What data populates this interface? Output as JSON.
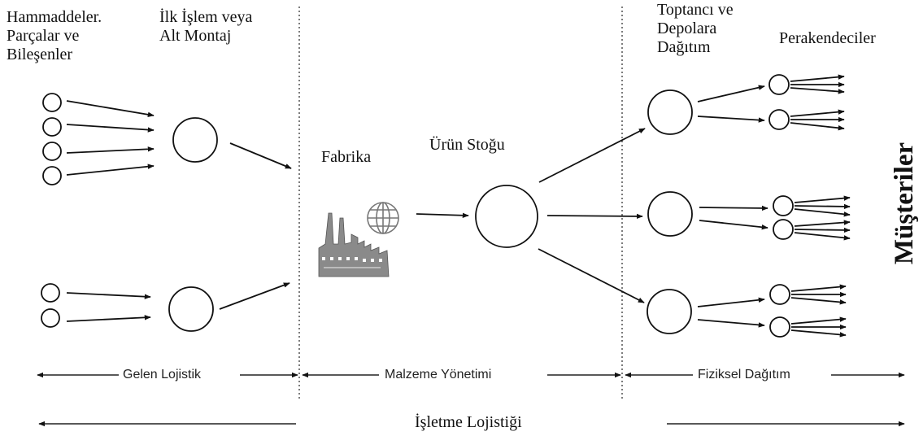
{
  "labels": {
    "raw_materials": "Hammaddeler.\nParçalar ve\nBileşenler",
    "subassembly": "İlk İşlem veya\nAlt Montaj",
    "factory": "Fabrika",
    "product_stock": "Ürün Stoğu",
    "wholesale": "Toptancı ve\nDepolara\nDağıtım",
    "retailers": "Perakendeciler",
    "customers": "Müşteriler"
  },
  "sections": {
    "inbound": "Gelen Lojistik",
    "materials": "Malzeme Yönetimi",
    "physical": "Fiziksel Dağıtım"
  },
  "footer": {
    "business_logistics": "İşletme Lojistiği"
  }
}
